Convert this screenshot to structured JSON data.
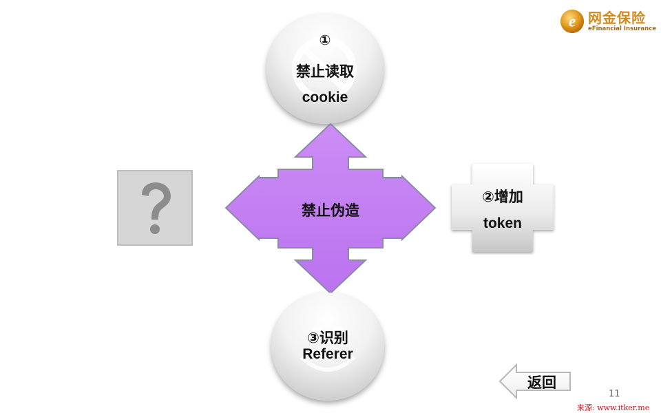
{
  "logo": {
    "name": "网金保险",
    "subtitle": "eFinancial Insurance",
    "mark_letter": "e"
  },
  "top_circle": {
    "number": "①",
    "line1": "禁止读取",
    "line2": "cookie",
    "icon": "no-entry-icon"
  },
  "center_arrow": {
    "label": "禁止伪造",
    "color": "#c47ef2",
    "border_color": "#8a8aa6"
  },
  "right_plus": {
    "line1": "②增加",
    "line2": "token"
  },
  "bottom_circle": {
    "line1": "③识别",
    "line2": "Referer",
    "icon": "smiley-icon"
  },
  "left_box": {
    "icon": "question-mark-icon"
  },
  "back_button": {
    "label": "返回"
  },
  "page_number": "11",
  "source_text": "来源: www.itker.me"
}
